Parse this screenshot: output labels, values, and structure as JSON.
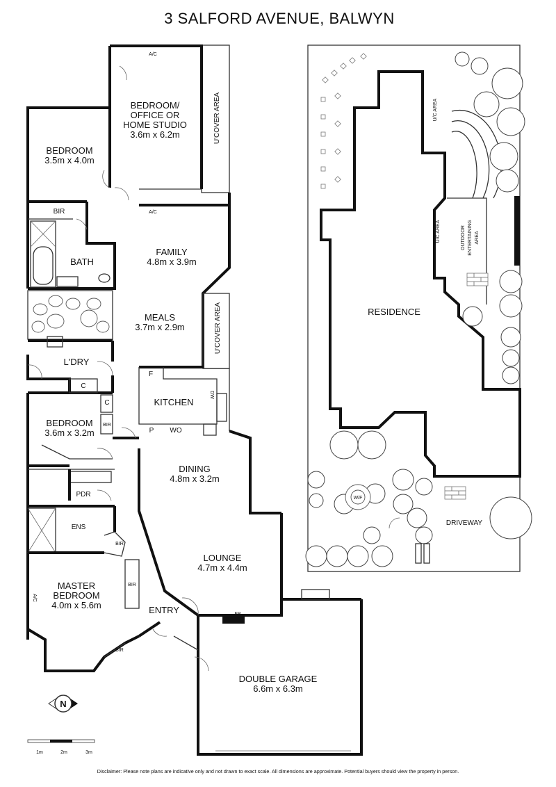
{
  "title": "3 SALFORD AVENUE, BALWYN",
  "rooms": {
    "bedroom_office": {
      "name_l1": "BEDROOM/",
      "name_l2": "OFFICE OR",
      "name_l3": "HOME STUDIO",
      "dims": "3.6m x 6.2m"
    },
    "bedroom1": {
      "name": "BEDROOM",
      "dims": "3.5m x 4.0m"
    },
    "family": {
      "name": "FAMILY",
      "dims": "4.8m x 3.9m"
    },
    "meals": {
      "name": "MEALS",
      "dims": "3.7m x 2.9m"
    },
    "kitchen": {
      "name": "KITCHEN"
    },
    "bedroom2": {
      "name": "BEDROOM",
      "dims": "3.6m x 3.2m"
    },
    "dining": {
      "name": "DINING",
      "dims": "4.8m x 3.2m"
    },
    "lounge": {
      "name": "LOUNGE",
      "dims": "4.7m x 4.4m"
    },
    "master": {
      "name_l1": "MASTER",
      "name_l2": "BEDROOM",
      "dims": "4.0m x 5.6m"
    },
    "garage": {
      "name": "DOUBLE GARAGE",
      "dims": "6.6m x 6.3m"
    },
    "bath": {
      "name": "BATH"
    },
    "ldry": {
      "name": "L'DRY"
    },
    "entry": {
      "name": "ENTRY"
    },
    "pdr": {
      "name": "PDR"
    },
    "ens": {
      "name": "ENS"
    }
  },
  "small_labels": {
    "bir": "BIR",
    "ac": "A/C",
    "c": "C",
    "f": "F",
    "dw": "DW",
    "p": "P",
    "wo": "WO",
    "fp": "FP",
    "ucover": "U'COVER AREA"
  },
  "site": {
    "residence": "RESIDENCE",
    "driveway": "DRIVEWAY",
    "uc_area": "U/C AREA",
    "outdoor_l1": "OUTDOOR",
    "outdoor_l2": "ENTERTAINING",
    "outdoor_l3": "AREA",
    "wf": "W/F"
  },
  "north": "N",
  "scale_labels": [
    "1m",
    "2m",
    "3m"
  ],
  "disclaimer": "Disclaimer: Please note plans are indicative only and not drawn to exact scale. All dimensions are approximate. Potential buyers should view the property in person."
}
